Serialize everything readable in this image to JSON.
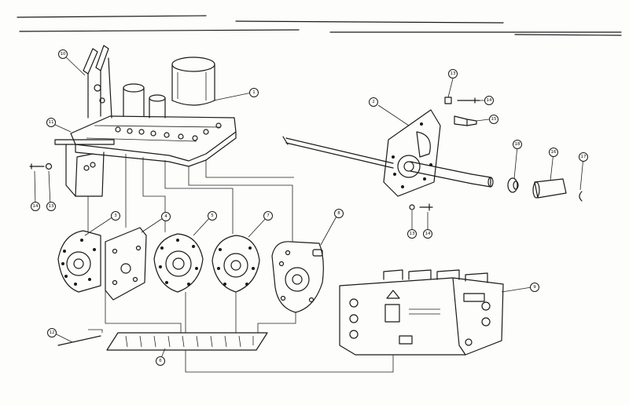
{
  "callouts": [
    {
      "id": "c10",
      "label": "10"
    },
    {
      "id": "c1",
      "label": "1"
    },
    {
      "id": "c11",
      "label": "11"
    },
    {
      "id": "c14a",
      "label": "14"
    },
    {
      "id": "c13a",
      "label": "13"
    },
    {
      "id": "c2",
      "label": "2"
    },
    {
      "id": "c13b",
      "label": "13"
    },
    {
      "id": "c14b",
      "label": "14"
    },
    {
      "id": "c15",
      "label": "15"
    },
    {
      "id": "c18",
      "label": "18"
    },
    {
      "id": "c16",
      "label": "16"
    },
    {
      "id": "c17",
      "label": "17"
    },
    {
      "id": "c13c",
      "label": "13"
    },
    {
      "id": "c14c",
      "label": "14"
    },
    {
      "id": "c3",
      "label": "3"
    },
    {
      "id": "c4",
      "label": "4"
    },
    {
      "id": "c5",
      "label": "5"
    },
    {
      "id": "c7",
      "label": "7"
    },
    {
      "id": "c8",
      "label": "8"
    },
    {
      "id": "c9",
      "label": "9"
    },
    {
      "id": "c12",
      "label": "12"
    },
    {
      "id": "c6",
      "label": "6"
    }
  ]
}
